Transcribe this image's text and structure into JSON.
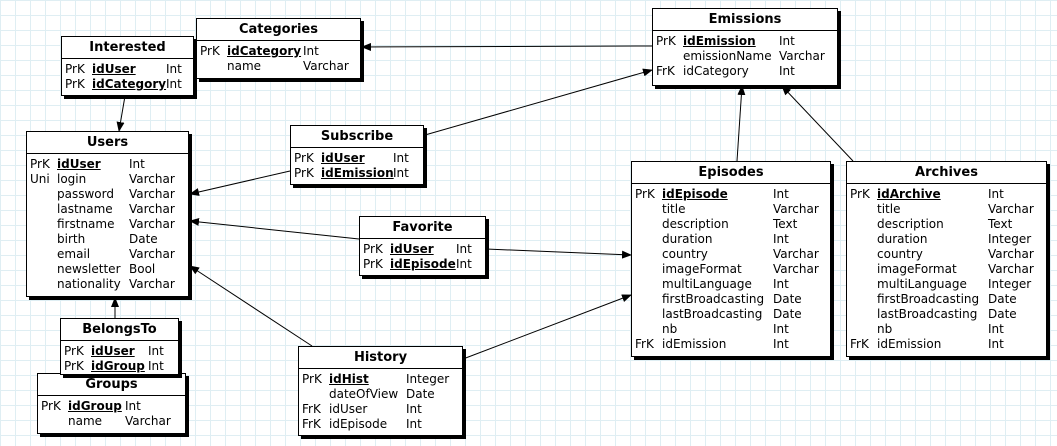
{
  "entities": {
    "emissions": {
      "title": "Emissions",
      "attrs": [
        {
          "key": "PrK",
          "name": "idEmission",
          "type": "Int",
          "pk": true
        },
        {
          "key": "",
          "name": "emissionName",
          "type": "Varchar",
          "pk": false
        },
        {
          "key": "FrK",
          "name": "idCategory",
          "type": "Int",
          "pk": false
        }
      ]
    },
    "categories": {
      "title": "Categories",
      "attrs": [
        {
          "key": "PrK",
          "name": "idCategory",
          "type": "Int",
          "pk": true
        },
        {
          "key": "",
          "name": "name",
          "type": "Varchar",
          "pk": false
        }
      ]
    },
    "interested": {
      "title": "Interested",
      "attrs": [
        {
          "key": "PrK",
          "name": "idUser",
          "type": "Int",
          "pk": true
        },
        {
          "key": "PrK",
          "name": "idCategory",
          "type": "Int",
          "pk": true
        }
      ]
    },
    "users": {
      "title": "Users",
      "attrs": [
        {
          "key": "PrK",
          "name": "idUser",
          "type": "Int",
          "pk": true
        },
        {
          "key": "Uni",
          "name": "login",
          "type": "Varchar",
          "pk": false
        },
        {
          "key": "",
          "name": "password",
          "type": "Varchar",
          "pk": false
        },
        {
          "key": "",
          "name": "lastname",
          "type": "Varchar",
          "pk": false
        },
        {
          "key": "",
          "name": "firstname",
          "type": "Varchar",
          "pk": false
        },
        {
          "key": "",
          "name": "birth",
          "type": "Date",
          "pk": false
        },
        {
          "key": "",
          "name": "email",
          "type": "Varchar",
          "pk": false
        },
        {
          "key": "",
          "name": "newsletter",
          "type": "Bool",
          "pk": false
        },
        {
          "key": "",
          "name": "nationality",
          "type": "Varchar",
          "pk": false
        }
      ]
    },
    "subscribe": {
      "title": "Subscribe",
      "attrs": [
        {
          "key": "PrK",
          "name": "idUser",
          "type": "Int",
          "pk": true
        },
        {
          "key": "PrK",
          "name": "idEmission",
          "type": "Int",
          "pk": true
        }
      ]
    },
    "favorite": {
      "title": "Favorite",
      "attrs": [
        {
          "key": "PrK",
          "name": "idUser",
          "type": "Int",
          "pk": true
        },
        {
          "key": "PrK",
          "name": "idEpisode",
          "type": "Int",
          "pk": true
        }
      ]
    },
    "episodes": {
      "title": "Episodes",
      "attrs": [
        {
          "key": "PrK",
          "name": "idEpisode",
          "type": "Int",
          "pk": true
        },
        {
          "key": "",
          "name": "title",
          "type": "Varchar",
          "pk": false
        },
        {
          "key": "",
          "name": "description",
          "type": "Text",
          "pk": false
        },
        {
          "key": "",
          "name": "duration",
          "type": "Int",
          "pk": false
        },
        {
          "key": "",
          "name": "country",
          "type": "Varchar",
          "pk": false
        },
        {
          "key": "",
          "name": "imageFormat",
          "type": "Varchar",
          "pk": false
        },
        {
          "key": "",
          "name": "multiLanguage",
          "type": "Int",
          "pk": false
        },
        {
          "key": "",
          "name": "firstBroadcasting",
          "type": "Date",
          "pk": false
        },
        {
          "key": "",
          "name": "lastBroadcasting",
          "type": "Date",
          "pk": false
        },
        {
          "key": "",
          "name": "nb",
          "type": "Int",
          "pk": false
        },
        {
          "key": "FrK",
          "name": "idEmission",
          "type": "Int",
          "pk": false
        }
      ]
    },
    "archives": {
      "title": "Archives",
      "attrs": [
        {
          "key": "PrK",
          "name": "idArchive",
          "type": "Int",
          "pk": true
        },
        {
          "key": "",
          "name": "title",
          "type": "Varchar",
          "pk": false
        },
        {
          "key": "",
          "name": "description",
          "type": "Text",
          "pk": false
        },
        {
          "key": "",
          "name": "duration",
          "type": "Integer",
          "pk": false
        },
        {
          "key": "",
          "name": "country",
          "type": "Varchar",
          "pk": false
        },
        {
          "key": "",
          "name": "imageFormat",
          "type": "Varchar",
          "pk": false
        },
        {
          "key": "",
          "name": "multiLanguage",
          "type": "Integer",
          "pk": false
        },
        {
          "key": "",
          "name": "firstBroadcasting",
          "type": "Date",
          "pk": false
        },
        {
          "key": "",
          "name": "lastBroadcasting",
          "type": "Date",
          "pk": false
        },
        {
          "key": "",
          "name": "nb",
          "type": "Int",
          "pk": false
        },
        {
          "key": "FrK",
          "name": "idEmission",
          "type": "Int",
          "pk": false
        }
      ]
    },
    "belongsto": {
      "title": "BelongsTo",
      "attrs": [
        {
          "key": "PrK",
          "name": "idUser",
          "type": "Int",
          "pk": true
        },
        {
          "key": "PrK",
          "name": "idGroup",
          "type": "Int",
          "pk": true
        }
      ]
    },
    "groups": {
      "title": "Groups",
      "attrs": [
        {
          "key": "PrK",
          "name": "idGroup",
          "type": "Int",
          "pk": true
        },
        {
          "key": "",
          "name": "name",
          "type": "Varchar",
          "pk": false
        }
      ]
    },
    "history": {
      "title": "History",
      "attrs": [
        {
          "key": "PrK",
          "name": "idHist",
          "type": "Integer",
          "pk": true
        },
        {
          "key": "",
          "name": "dateOfView",
          "type": "Date",
          "pk": false
        },
        {
          "key": "FrK",
          "name": "idUser",
          "type": "Int",
          "pk": false
        },
        {
          "key": "FrK",
          "name": "idEpisode",
          "type": "Int",
          "pk": false
        }
      ]
    }
  },
  "colors": {
    "line": "#000000",
    "grid": "#dfeef3",
    "background": "#ffffff"
  }
}
